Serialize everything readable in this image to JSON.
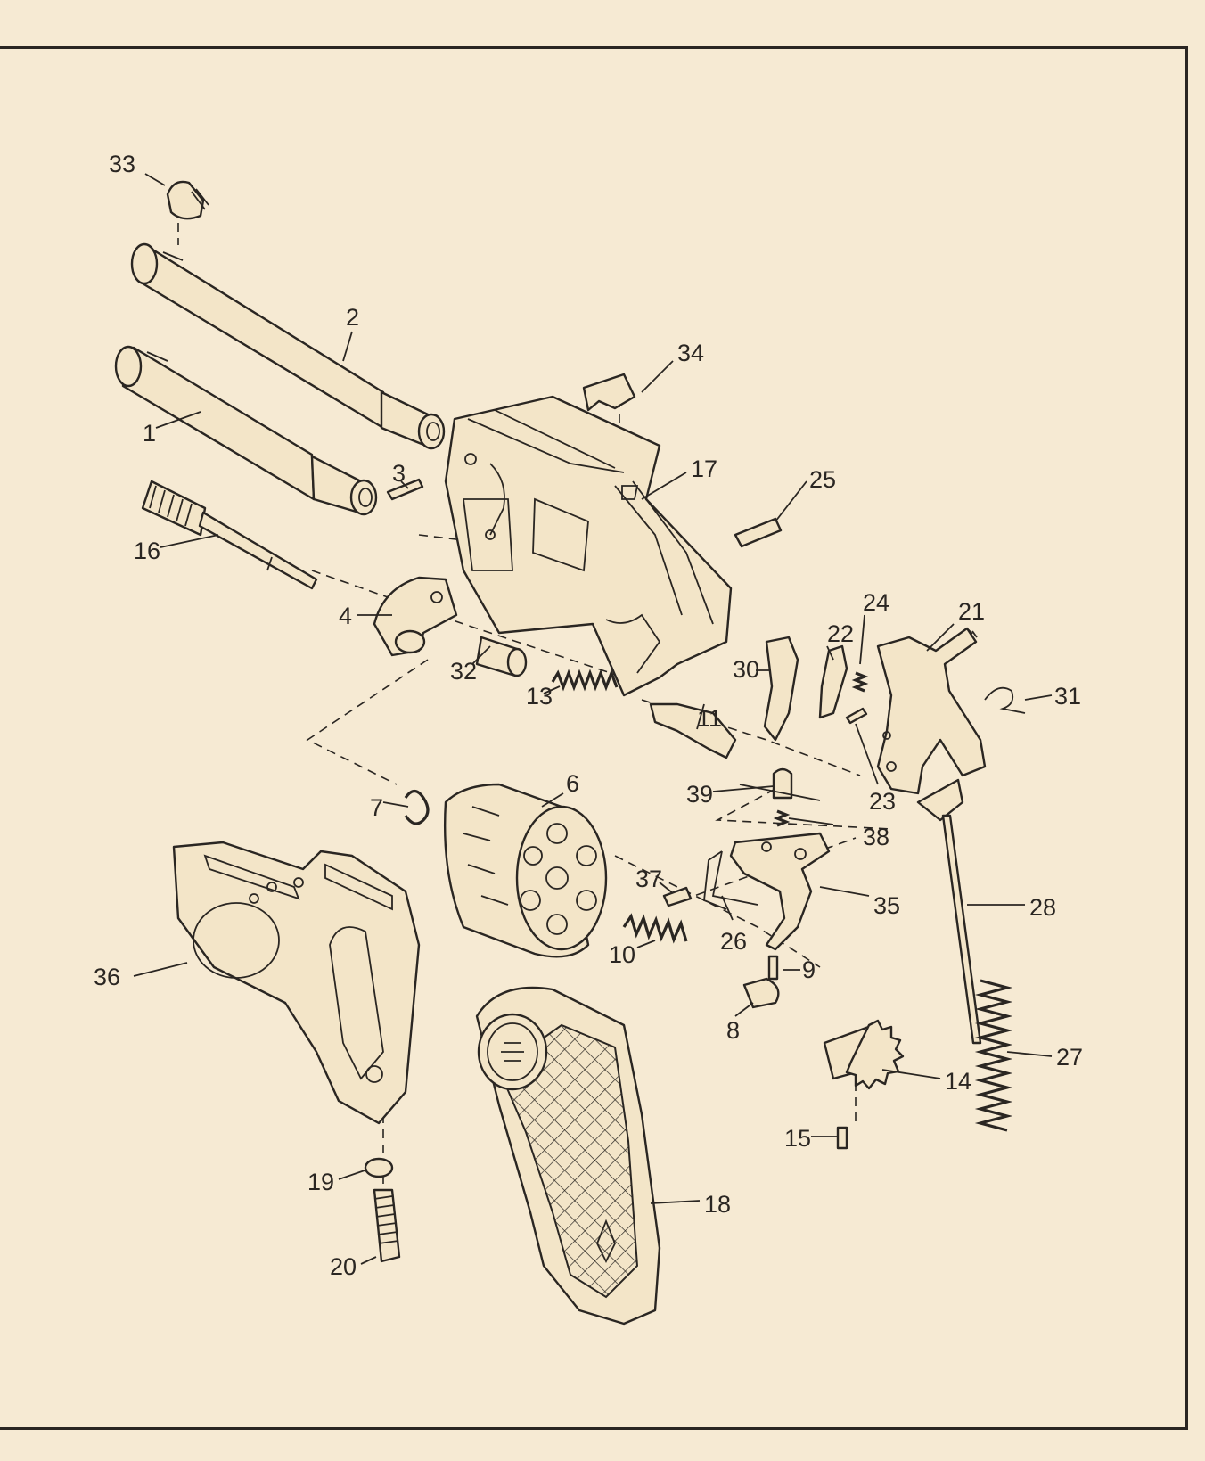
{
  "part_numbers": {
    "p1": "1",
    "p2": "2",
    "p3": "3",
    "p4": "4",
    "p6": "6",
    "p7": "7",
    "p8": "8",
    "p9": "9",
    "p10": "10",
    "p11": "11",
    "p13": "13",
    "p14": "14",
    "p15": "15",
    "p16": "16",
    "p17": "17",
    "p18": "18",
    "p19": "19",
    "p20": "20",
    "p21": "21",
    "p22": "22",
    "p23": "23",
    "p24": "24",
    "p25": "25",
    "p26": "26",
    "p27": "27",
    "p28": "28",
    "p30": "30",
    "p31": "31",
    "p32": "32",
    "p33": "33",
    "p34": "34",
    "p35": "35",
    "p36": "36",
    "p37": "37",
    "p38": "38",
    "p39": "39"
  }
}
